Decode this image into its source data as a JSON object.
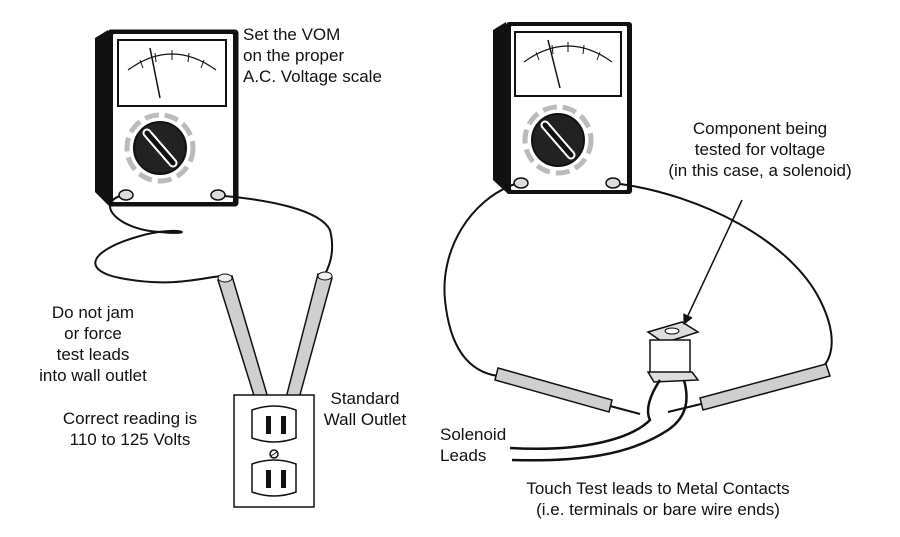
{
  "left_panel": {
    "meter_caption": [
      "Set the VOM",
      "on the proper",
      "A.C. Voltage scale"
    ],
    "caution": [
      "Do not jam",
      "or force",
      "test leads",
      "into wall outlet"
    ],
    "reading": [
      "Correct reading is",
      "110 to 125 Volts"
    ],
    "outlet_caption": [
      "Standard",
      "Wall Outlet"
    ]
  },
  "right_panel": {
    "component_caption": [
      "Component being",
      "tested for voltage",
      "(in this case, a solenoid)"
    ],
    "leads_caption": [
      "Solenoid",
      "Leads"
    ],
    "instruction": [
      "Touch Test leads to Metal Contacts",
      "(i.e. terminals or bare wire ends)"
    ]
  },
  "colors": {
    "ink": "#111111",
    "meter_body": "#111111",
    "probe_fill": "#cfcfcf",
    "outlet_fill": "#ffffff"
  }
}
